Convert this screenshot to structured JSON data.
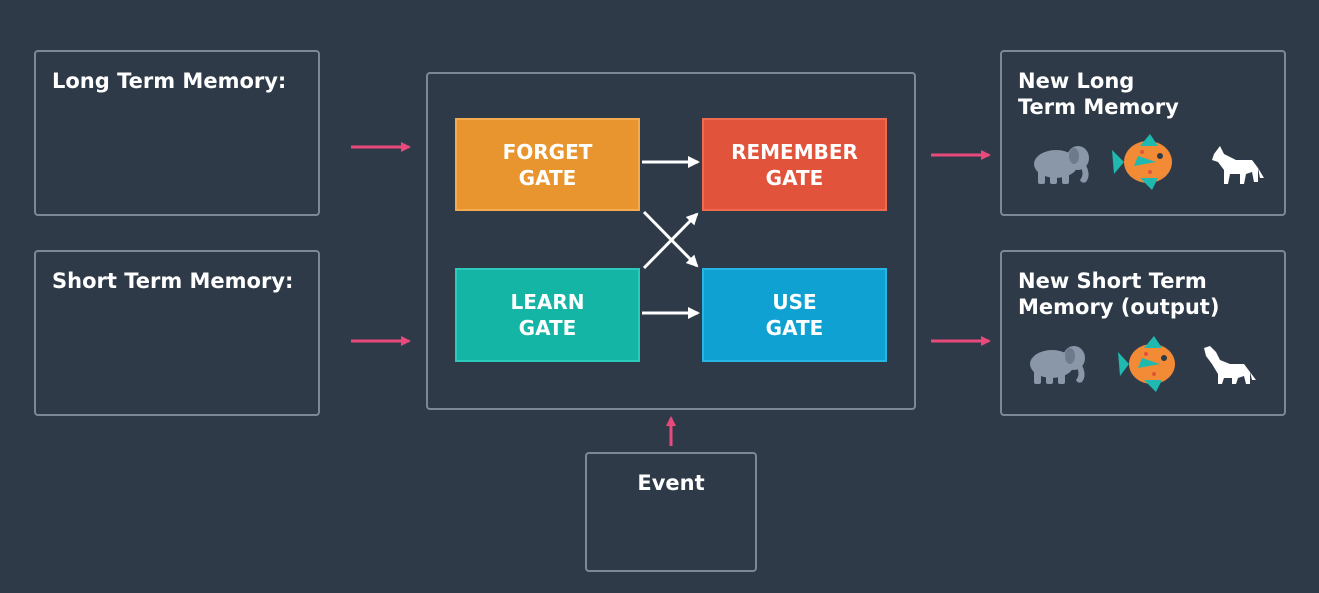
{
  "boxes": {
    "long_term_memory": "Long Term Memory:",
    "short_term_memory": "Short Term Memory:",
    "event": "Event",
    "new_long_term_memory": "New Long\nTerm Memory",
    "new_short_term_memory": "New Short Term\nMemory (output)"
  },
  "gates": {
    "forget": "FORGET\nGATE",
    "remember": "REMEMBER\nGATE",
    "learn": "LEARN\nGATE",
    "use": "USE\nGATE"
  },
  "icons": {
    "memory_icons": [
      "elephant-icon",
      "fish-icon",
      "wolf-icon"
    ]
  },
  "colors": {
    "background": "#2e3a48",
    "box_border": "#7d8896",
    "input_arrow": "#e94a7c",
    "internal_arrow": "#ffffff",
    "forget_gate": "#e8952f",
    "remember_gate": "#e1533a",
    "learn_gate": "#15b5a5",
    "use_gate": "#0ea1d2"
  }
}
